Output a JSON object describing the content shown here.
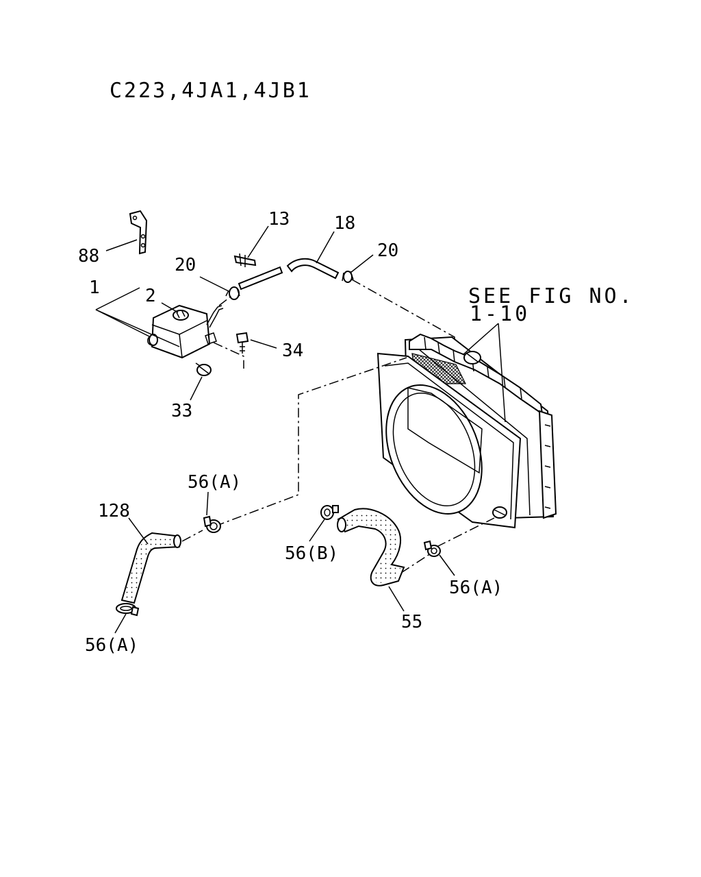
{
  "diagram": {
    "title": "C223,4JA1,4JB1",
    "reference_line1": "SEE FIG NO.",
    "reference_line2": "1-10",
    "labels": {
      "p88": "88",
      "p13": "13",
      "p18": "18",
      "p20_left": "20",
      "p20_right": "20",
      "p1": "1",
      "p2": "2",
      "p34": "34",
      "p33": "33",
      "p56a_top": "56(A)",
      "p128": "128",
      "p56b": "56(B)",
      "p56a_right": "56(A)",
      "p55": "55",
      "p56a_bottom": "56(A)"
    }
  }
}
